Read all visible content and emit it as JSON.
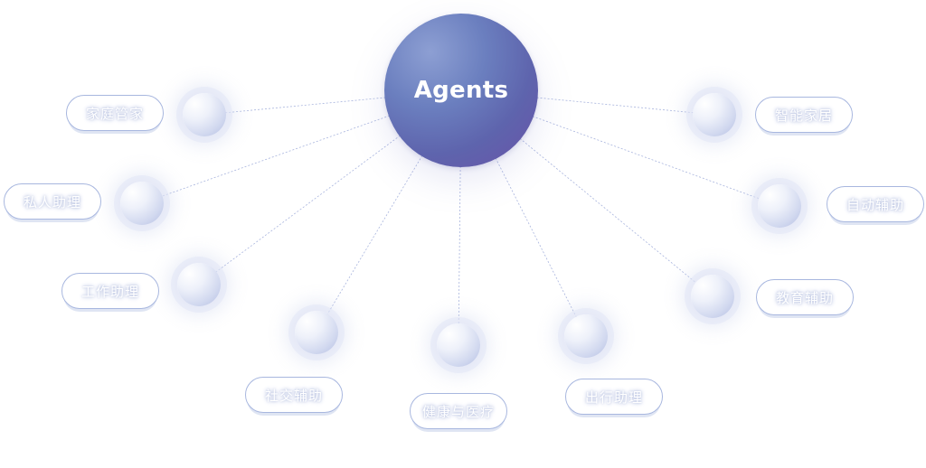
{
  "center": {
    "label": "Agents"
  },
  "colors": {
    "line": "#9aa8d8",
    "pill_border": "#a8b7df",
    "hub_start": "#8d9fd3",
    "hub_end": "#6a52a8"
  },
  "nodes": [
    {
      "id": "home-manager",
      "label": "家庭管家"
    },
    {
      "id": "personal-assistant",
      "label": "私人助理"
    },
    {
      "id": "work-assistant",
      "label": "工作助理"
    },
    {
      "id": "social-assist",
      "label": "社交辅助"
    },
    {
      "id": "health-care",
      "label": "健康与医疗"
    },
    {
      "id": "travel-assistant",
      "label": "出行助理"
    },
    {
      "id": "smart-home",
      "label": "智能家居"
    },
    {
      "id": "auto-assist",
      "label": "自动辅助"
    },
    {
      "id": "education-assist",
      "label": "教育辅助"
    }
  ]
}
